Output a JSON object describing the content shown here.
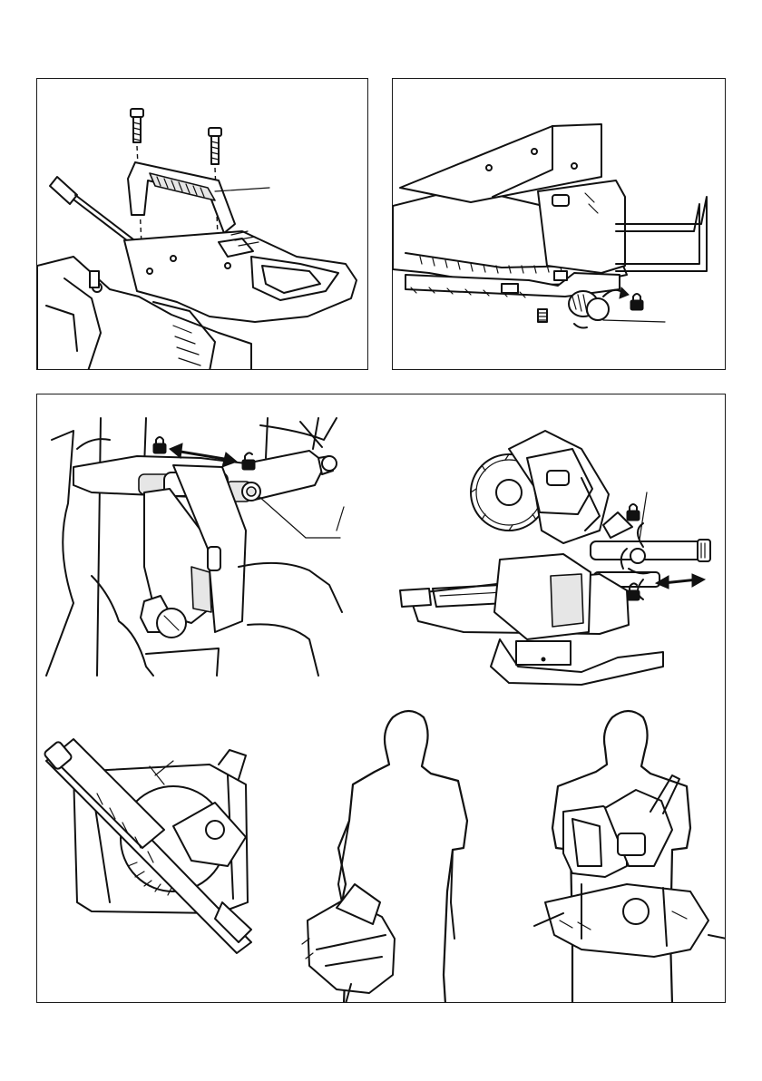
{
  "figures": [
    {
      "id": "fig-handle-install",
      "description_callouts": 1
    },
    {
      "id": "fig-lock-knob",
      "description_callouts": 1
    },
    {
      "id": "fig-carrying",
      "description_callouts": 2
    }
  ],
  "icons": [
    "lock-icon",
    "unlock-icon",
    "double-arrow-icon",
    "rotate-arrow-icon"
  ]
}
